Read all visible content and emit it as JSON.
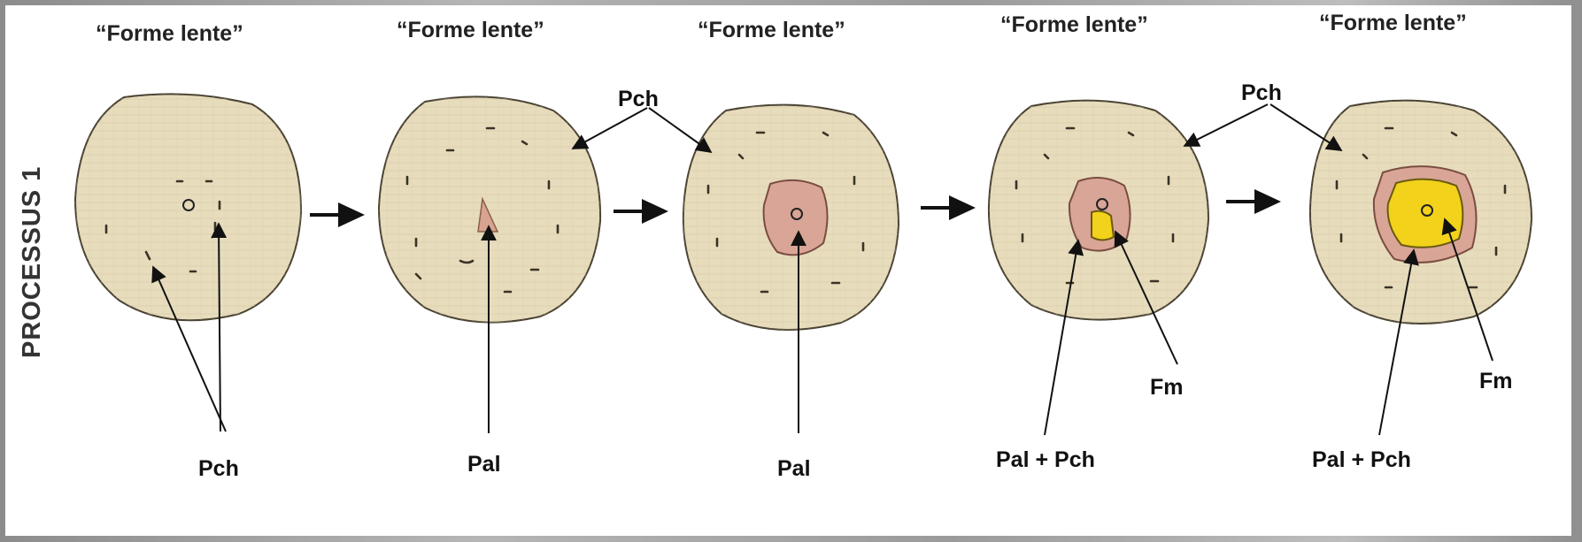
{
  "side_label": "PROCESSUS 1",
  "stages": [
    {
      "title": "“Forme lente”",
      "labels": [
        "Pch"
      ]
    },
    {
      "title": "“Forme lente”",
      "labels": [
        "Pal"
      ]
    },
    {
      "title": "“Forme lente”",
      "labels": [
        "Pal"
      ]
    },
    {
      "title": "“Forme lente”",
      "labels": [
        "Fm",
        "Pal + Pch"
      ]
    },
    {
      "title": "“Forme lente”",
      "labels": [
        "Fm",
        "Pal + Pch"
      ]
    }
  ],
  "top_labels": [
    "Pch",
    "Pch"
  ],
  "colors": {
    "disc": "#e7dcbc",
    "pal_zone": "#d9a596",
    "fm_zone": "#f2d21a"
  }
}
